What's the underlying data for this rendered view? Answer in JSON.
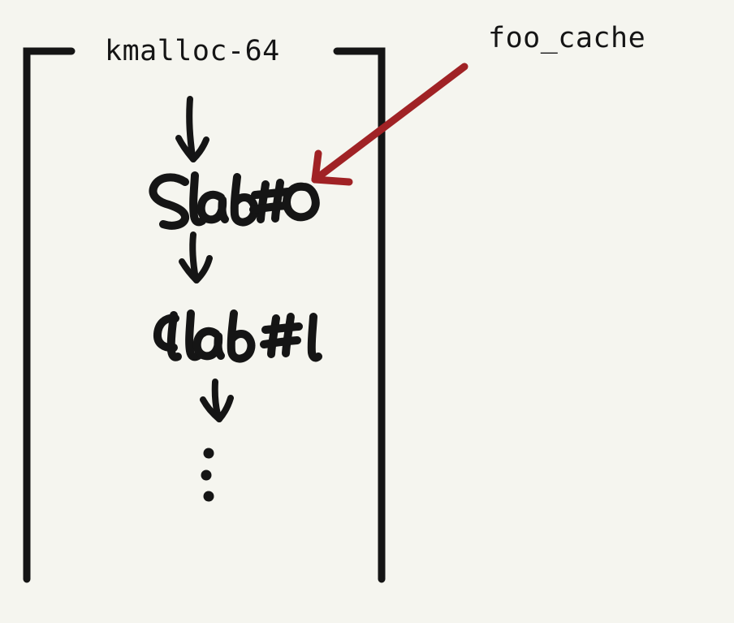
{
  "diagram": {
    "title": "kernel slab cache diagram",
    "background_color": "#f5f5ef",
    "ink_color": "#151515",
    "annotation_color": "#a02225",
    "groups": [
      {
        "name": "kmalloc-64",
        "label": "kmalloc-64",
        "bracket": "left"
      },
      {
        "name": "foo_cache",
        "label": "foo_cache",
        "bracket": "right",
        "annotation": "red-arrow-pointing-to-slab-0"
      }
    ],
    "chain": {
      "nodes": [
        {
          "id": "slab0",
          "label": "Slab#0",
          "style": "handwritten"
        },
        {
          "id": "slab1",
          "label": "Slab #1",
          "style": "handwritten"
        },
        {
          "id": "more",
          "label": "...",
          "style": "vertical-ellipsis"
        }
      ],
      "connectors": [
        {
          "from": "cache",
          "to": "slab0",
          "glyph": "down-arrow"
        },
        {
          "from": "slab0",
          "to": "slab1",
          "glyph": "down-arrow"
        },
        {
          "from": "slab1",
          "to": "more",
          "glyph": "down-arrow"
        }
      ]
    }
  }
}
